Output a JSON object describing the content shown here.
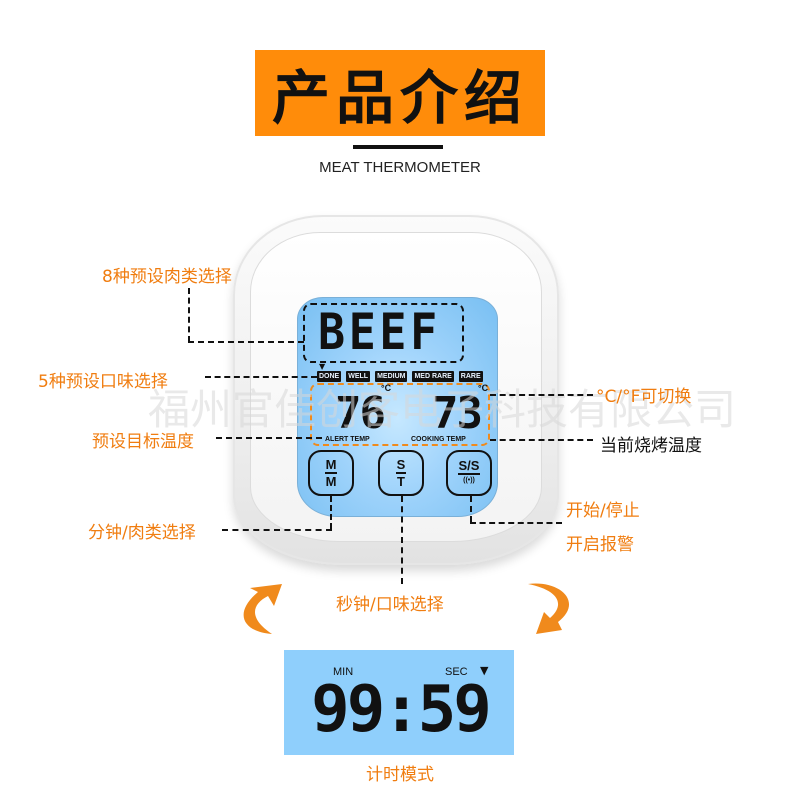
{
  "header": {
    "title": "产品介绍",
    "subtitle": "MEAT THERMOMETER",
    "accent_color": "#ff8c0a"
  },
  "device": {
    "meat_display": "BEEF",
    "doneness_levels": [
      "DONE",
      "WELL",
      "MEDIUM",
      "MED RARE",
      "RARE"
    ],
    "selected_doneness": "DONE",
    "alert_temp": {
      "value": "76",
      "unit": "°C",
      "label": "ALERT TEMP"
    },
    "cooking_temp": {
      "value": "73",
      "unit": "°C",
      "label": "COOKING TEMP"
    },
    "buttons": [
      {
        "id": "mm",
        "top": "M",
        "bottom": "M"
      },
      {
        "id": "st",
        "top": "S",
        "bottom": "T"
      },
      {
        "id": "ss",
        "top": "S/S",
        "bottom": "((•))",
        "icon": "alarm-icon"
      }
    ]
  },
  "callouts": {
    "meat_select": "8种预设肉类选择",
    "taste_select": "5种预设口味选择",
    "target_temp": "预设目标温度",
    "unit_switch": "°C/°F可切换",
    "current_temp": "当前烧烤温度",
    "min_meat": "分钟/肉类选择",
    "sec_taste": "秒钟/口味选择",
    "start_stop": "开始/停止",
    "alarm": "开启报警"
  },
  "watermark": "福州官佳创客电子科技有限公司",
  "timer_mode": {
    "min_label": "MIN",
    "sec_label": "SEC",
    "indicator": "▼",
    "digits": "99:59",
    "caption": "计时模式"
  },
  "colors": {
    "orange": "#f07d10",
    "lcd_blue": "#8fcffc",
    "text_dark": "#111111"
  }
}
